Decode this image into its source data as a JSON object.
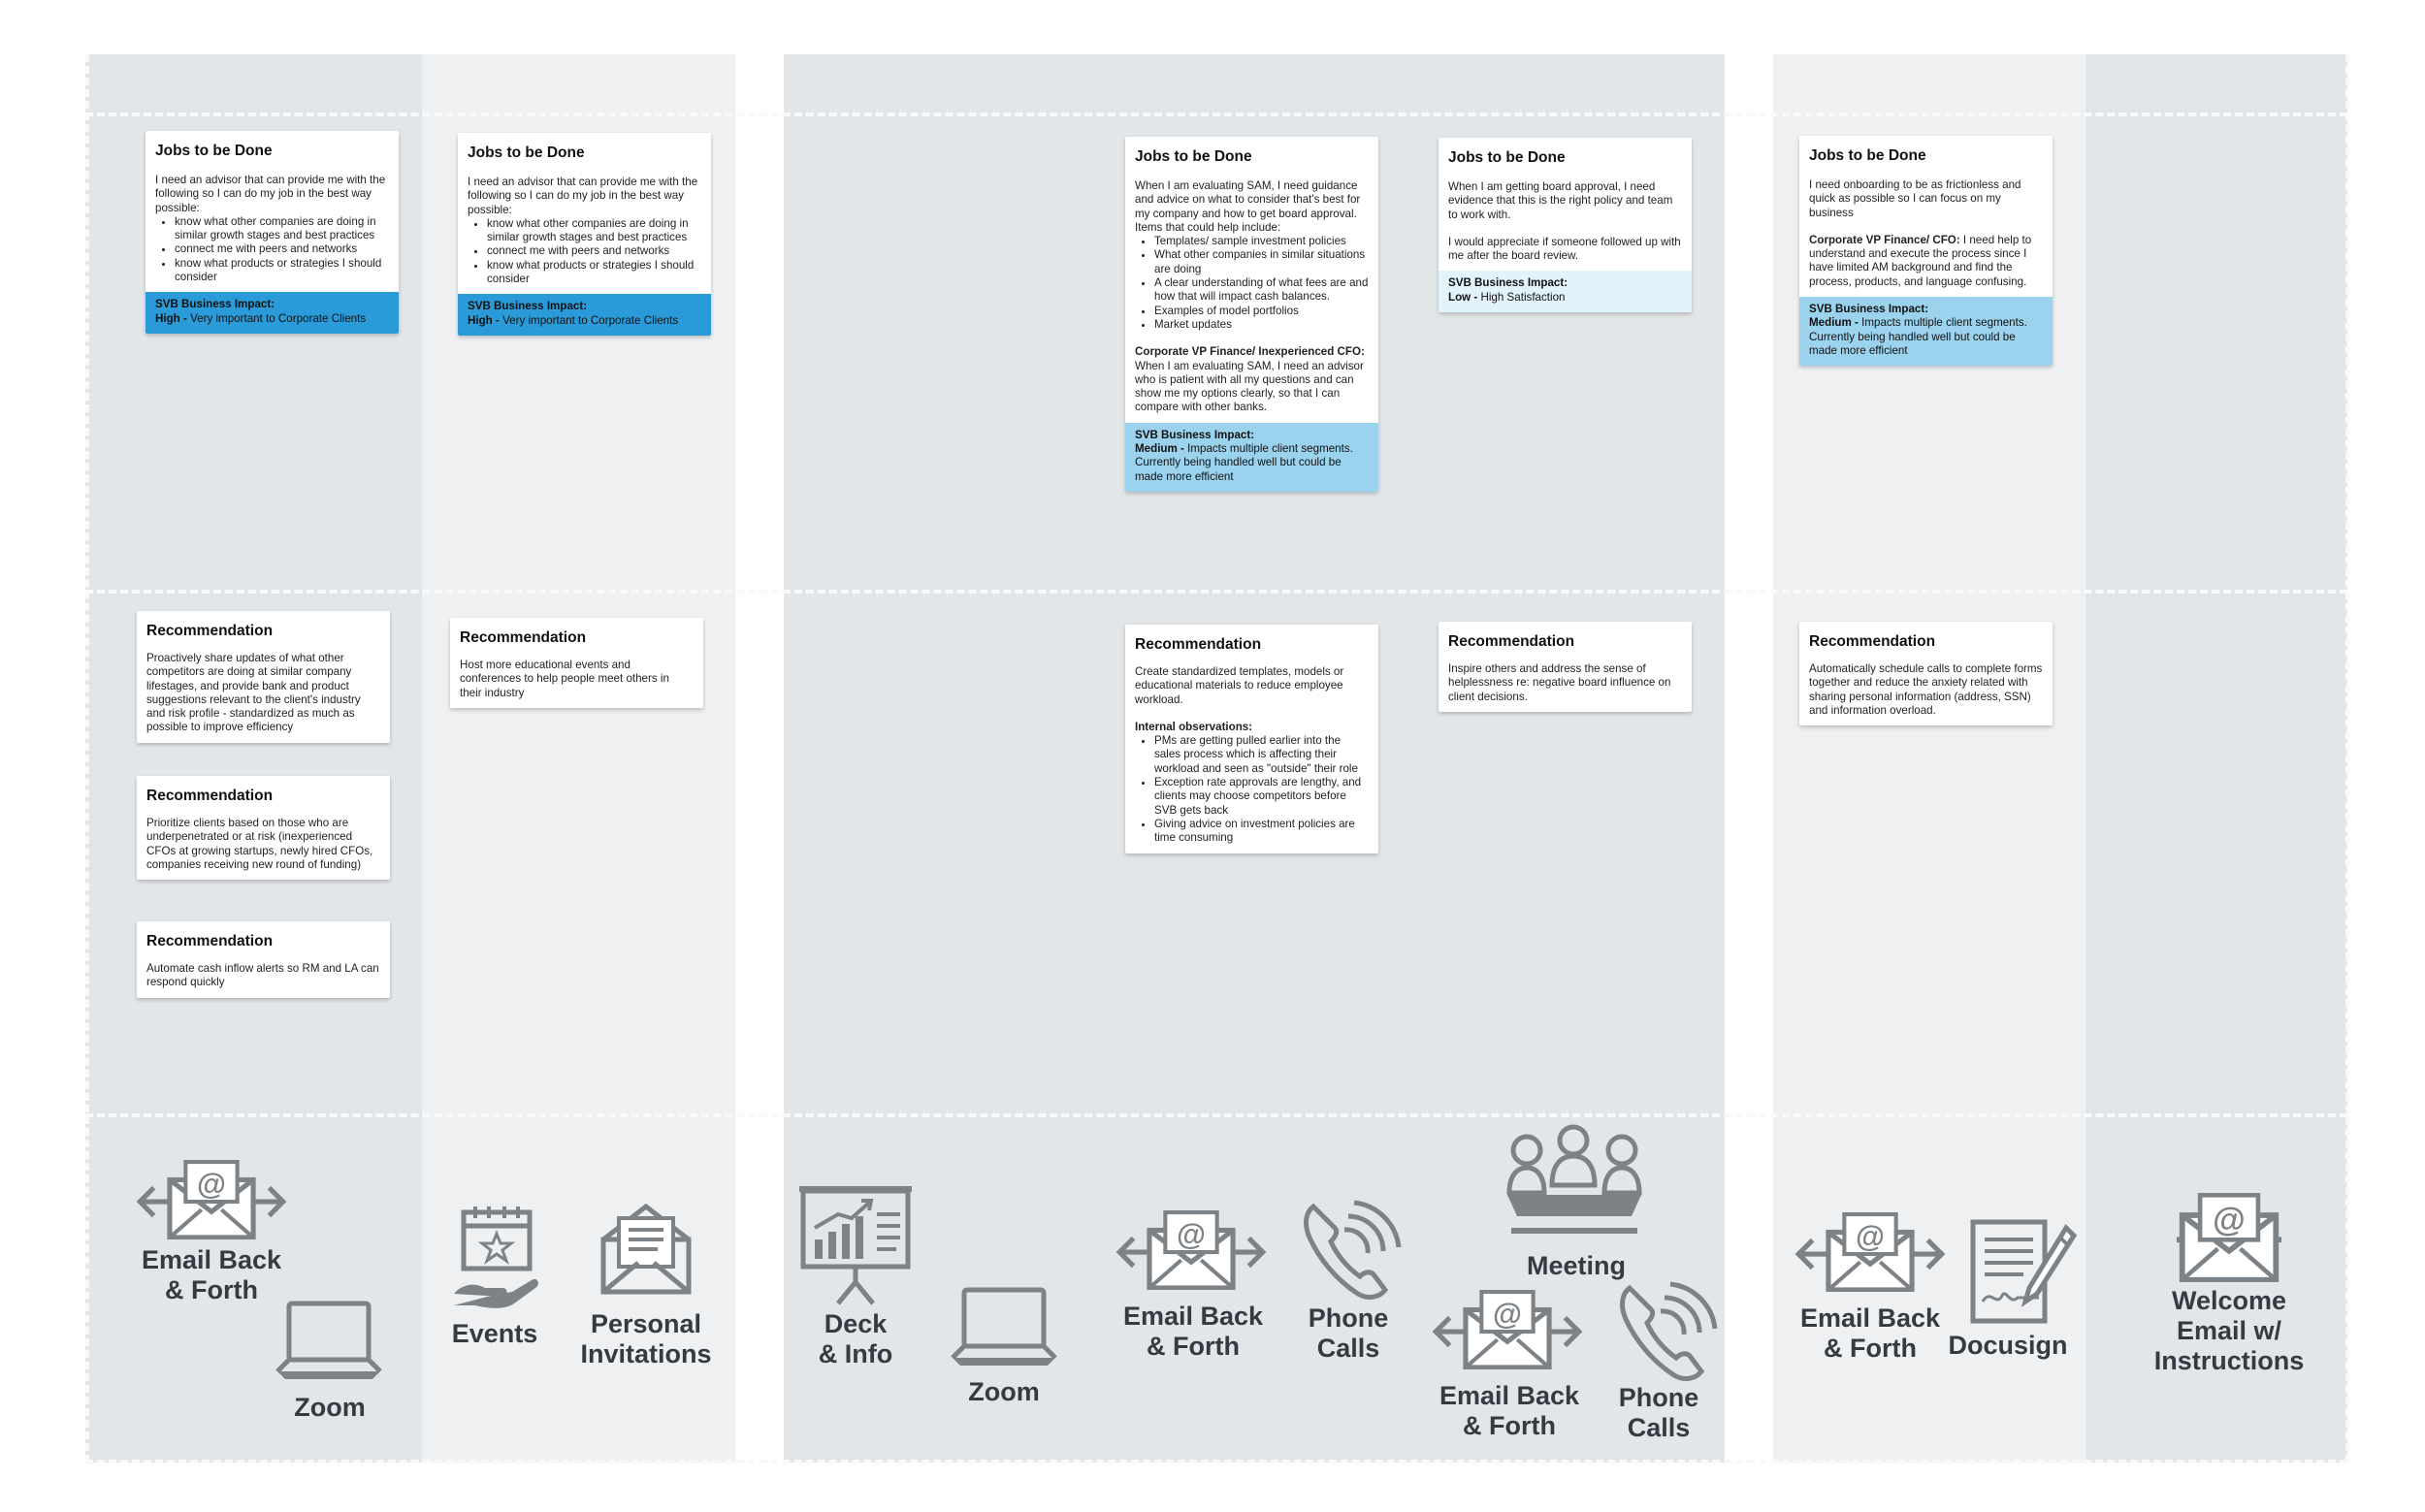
{
  "colors": {
    "high": "#2a9bd8",
    "medium": "#9bd3ee",
    "low": "#e2f3fb",
    "icon": "#7d8287",
    "label": "#353b42"
  },
  "jobs": {
    "c1": {
      "title": "Jobs to be Done",
      "intro": "I need an advisor that can provide me with the following so I can do my job in the best way possible:",
      "bullets": [
        "know what other companies are doing in similar growth stages and best practices",
        "connect me with peers and networks",
        "know what products or strategies I should consider"
      ],
      "impact_label": "SVB Business Impact:",
      "impact_level": "High -",
      "impact_text": " Very important to Corporate Clients"
    },
    "c2": {
      "title": "Jobs to be Done",
      "intro": "I need an advisor that can provide me with the following so I can do my job in the best way possible:",
      "bullets": [
        "know what other companies are doing in similar growth stages and best practices",
        "connect me with peers and networks",
        "know what products or strategies I should consider"
      ],
      "impact_label": "SVB Business Impact:",
      "impact_level": "High -",
      "impact_text": " Very important to Corporate Clients"
    },
    "c4": {
      "title": "Jobs to be Done",
      "intro": "When I am evaluating SAM, I need guidance and advice on what to consider that's best for my company and how to get board approval. Items that could help include:",
      "bullets": [
        "Templates/ sample investment policies",
        "What other companies in similar situations are doing",
        "A clear understanding of what fees are and how that will impact cash balances.",
        "Examples of model portfolios",
        "Market updates"
      ],
      "persona": "Corporate VP Finance/ Inexperienced CFO:",
      "persona_text": " When I am evaluating SAM, I need an advisor who is patient with all my questions and can show me my options clearly, so that I can compare with other banks.",
      "impact_label": "SVB Business Impact:",
      "impact_level": "Medium -",
      "impact_text": " Impacts multiple client segments. Currently being handled well but could be made more efficient"
    },
    "c5": {
      "title": "Jobs to be Done",
      "intro": "When I am getting board approval, I need evidence that this is the right policy and team to work with.",
      "extra": "I would appreciate if someone followed up with me after the board review.",
      "impact_label": "SVB Business Impact:",
      "impact_level": "Low -",
      "impact_text": " High Satisfaction"
    },
    "c6": {
      "title": "Jobs to be Done",
      "intro": "I need onboarding to be as frictionless and quick as possible so I can focus on my business",
      "persona": "Corporate VP Finance/ CFO:",
      "persona_text": " I need help to understand and execute the process since I have limited AM background and find the process, products, and language confusing.",
      "impact_label": "SVB Business Impact:",
      "impact_level": "Medium -",
      "impact_text": " Impacts multiple client segments. Currently being handled well but could be made more efficient"
    }
  },
  "recs": {
    "c1a": {
      "title": "Recommendation",
      "text": "Proactively share updates of what other competitors are doing at similar company lifestages, and provide bank and product suggestions relevant to the client's industry and risk profile - standardized as much as possible to improve efficiency"
    },
    "c1b": {
      "title": "Recommendation",
      "text": "Prioritize clients based on those who are underpenetrated or at risk (inexperienced CFOs at growing startups, newly hired CFOs, companies receiving new round of funding)"
    },
    "c1c": {
      "title": "Recommendation",
      "text": "Automate cash inflow alerts so RM and LA can respond quickly"
    },
    "c2": {
      "title": "Recommendation",
      "text": "Host more educational events and conferences to help people meet others in their industry"
    },
    "c4": {
      "title": "Recommendation",
      "text": "Create standardized templates, models or educational materials to reduce employee workload.",
      "sub": "Internal observations:",
      "bullets": [
        "PMs are getting pulled earlier into the sales process which is affecting their workload and seen as \"outside\" their role",
        "Exception rate approvals are lengthy, and clients may choose competitors before SVB gets back",
        "Giving advice on investment policies are time consuming"
      ]
    },
    "c5": {
      "title": "Recommendation",
      "text": "Inspire others and address the sense of helplessness re: negative board influence on client decisions."
    },
    "c6": {
      "title": "Recommendation",
      "text": "Automatically schedule calls to complete forms together and reduce the anxiety related with sharing personal information (address, SSN) and information overload."
    }
  },
  "touchpoints": {
    "email_back_forth": "Email Back\n& Forth",
    "zoom": "Zoom",
    "events": "Events",
    "personal_invitations": "Personal\nInvitations",
    "deck_info": "Deck\n& Info",
    "phone_calls": "Phone\nCalls",
    "meeting": "Meeting",
    "docusign": "Docusign",
    "welcome_email": "Welcome\nEmail w/\nInstructions"
  },
  "icons": [
    "email-icon",
    "laptop-icon",
    "calendar-star-icon",
    "invitation-icon",
    "presentation-board-icon",
    "phone-icon",
    "meeting-icon",
    "signature-document-icon"
  ]
}
